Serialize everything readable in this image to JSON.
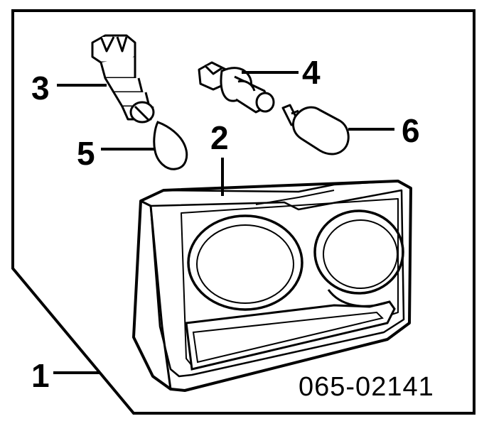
{
  "diagram": {
    "callouts": [
      {
        "id": "1",
        "label": "1"
      },
      {
        "id": "2",
        "label": "2"
      },
      {
        "id": "3",
        "label": "3"
      },
      {
        "id": "4",
        "label": "4"
      },
      {
        "id": "5",
        "label": "5"
      },
      {
        "id": "6",
        "label": "6"
      }
    ],
    "part_number": "065-02141"
  },
  "colors": {
    "ink": "#000000",
    "paper": "#ffffff"
  }
}
